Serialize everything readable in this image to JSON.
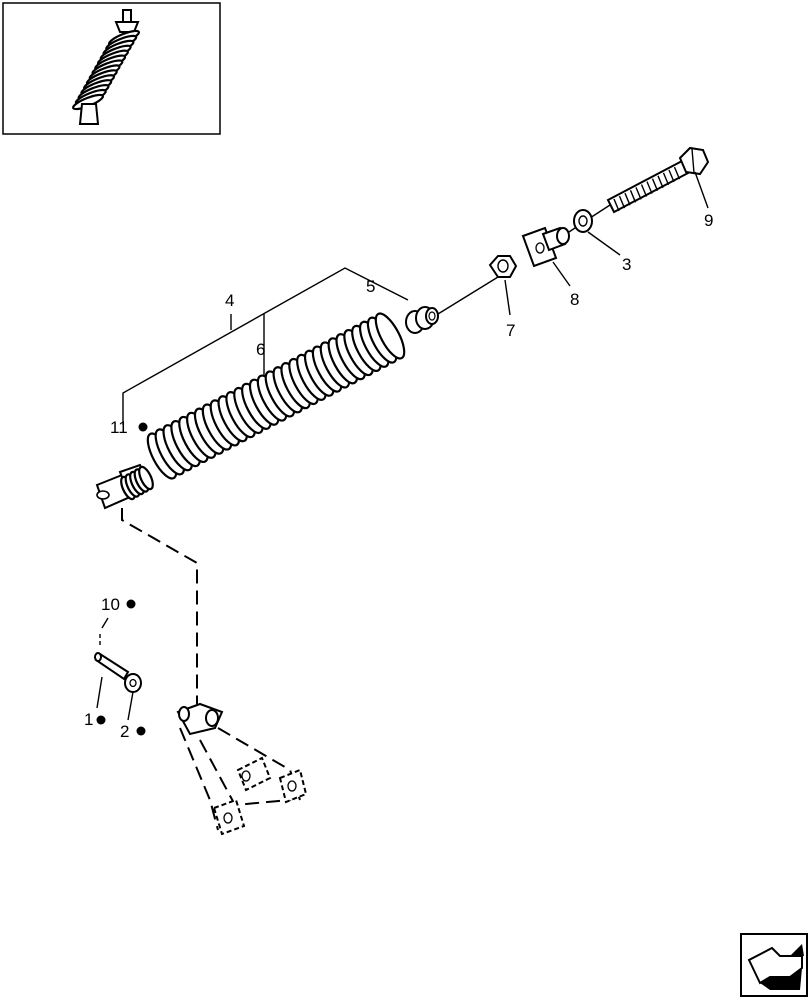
{
  "callouts": [
    {
      "id": "c1",
      "number": "1",
      "marker": true
    },
    {
      "id": "c2",
      "number": "2",
      "marker": true
    },
    {
      "id": "c3",
      "number": "3",
      "marker": false
    },
    {
      "id": "c4",
      "number": "4",
      "marker": false
    },
    {
      "id": "c5",
      "number": "5",
      "marker": false
    },
    {
      "id": "c6",
      "number": "6",
      "marker": false
    },
    {
      "id": "c7",
      "number": "7",
      "marker": false
    },
    {
      "id": "c8",
      "number": "8",
      "marker": false
    },
    {
      "id": "c9",
      "number": "9",
      "marker": false
    },
    {
      "id": "c10",
      "number": "10",
      "marker": true
    },
    {
      "id": "c11",
      "number": "11",
      "marker": true
    }
  ],
  "icons": {
    "thumbnail": "spring-assembly-thumbnail-icon",
    "navigation": "previous-page-arrow-icon"
  }
}
